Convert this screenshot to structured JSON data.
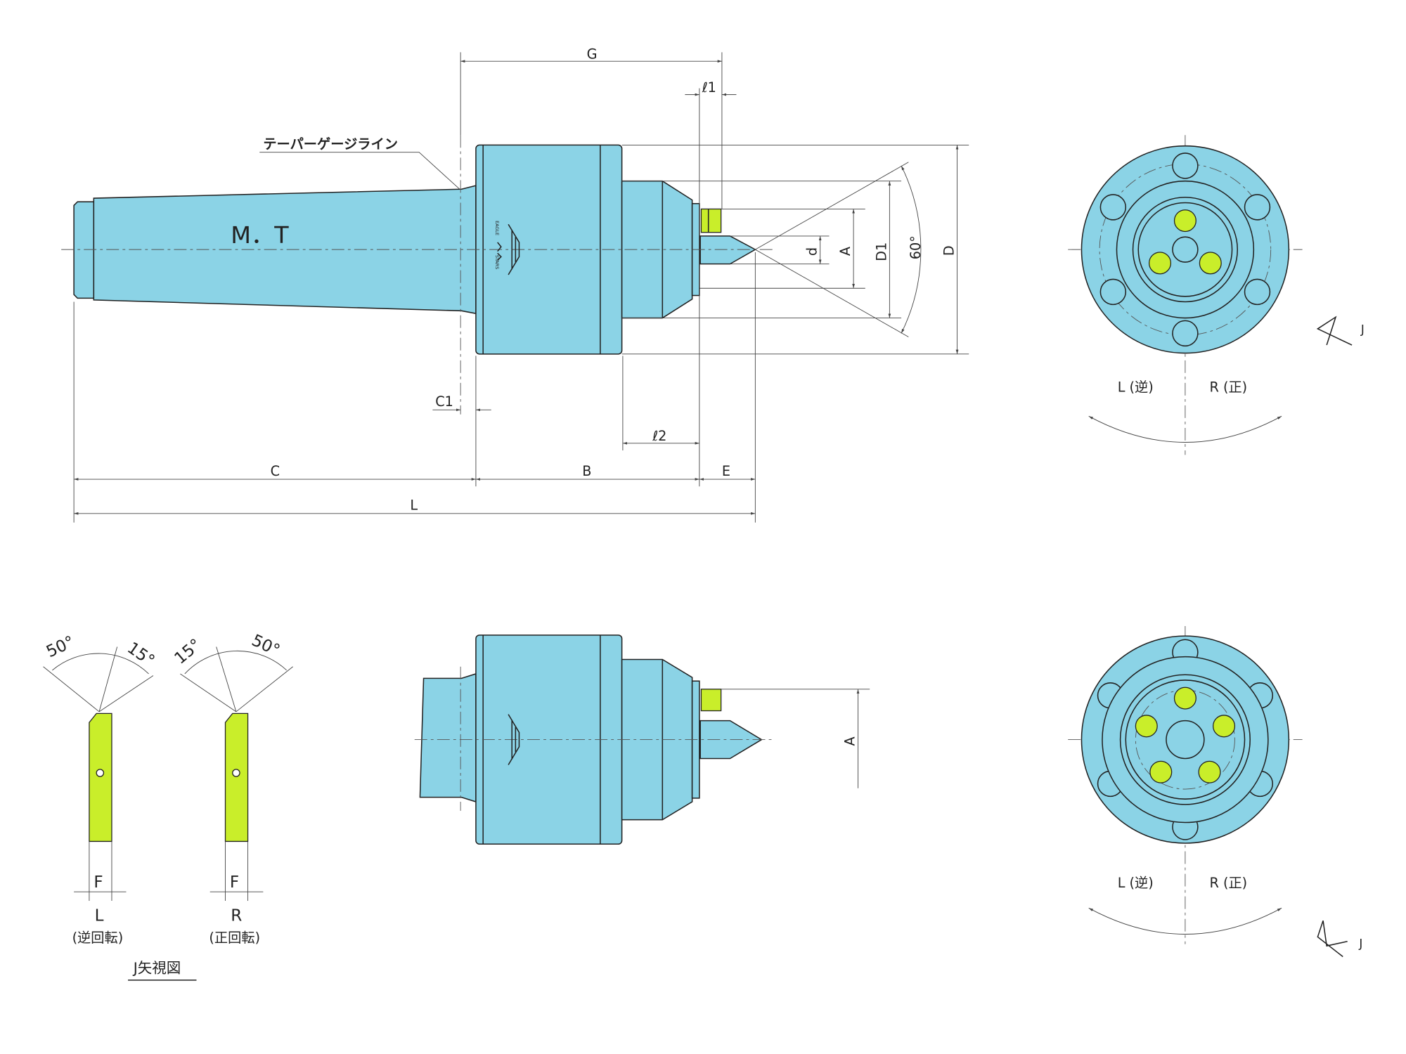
{
  "colors": {
    "body": "#8bd3e6",
    "insert": "#c9ee2a"
  },
  "main_view": {
    "taper_gauge_line": "テーパーゲージライン",
    "taper_label": "M．T",
    "dims": {
      "G": "G",
      "l1": "ℓ1",
      "l2": "ℓ2",
      "C1": "C1",
      "C": "C",
      "B": "B",
      "E": "E",
      "L": "L",
      "d": "d",
      "A": "A",
      "D1": "D1",
      "angle": "60°",
      "D": "D"
    },
    "logo": {
      "top": "EAGLE",
      "bottom": "STARS"
    }
  },
  "end_view_top": {
    "left": "L (逆)",
    "right": "R (正)",
    "arrow": "J"
  },
  "end_view_bottom": {
    "left": "L (逆)",
    "right": "R (正)",
    "arrow": "J"
  },
  "blades": {
    "left": {
      "angle_a": "50°",
      "angle_b": "15°",
      "dim": "F",
      "letter": "L",
      "caption": "(逆回転)"
    },
    "right": {
      "angle_a": "15°",
      "angle_b": "50°",
      "dim": "F",
      "letter": "R",
      "caption": "(正回転)"
    },
    "title": "J矢視図"
  },
  "second_view": {
    "dim": "A"
  }
}
